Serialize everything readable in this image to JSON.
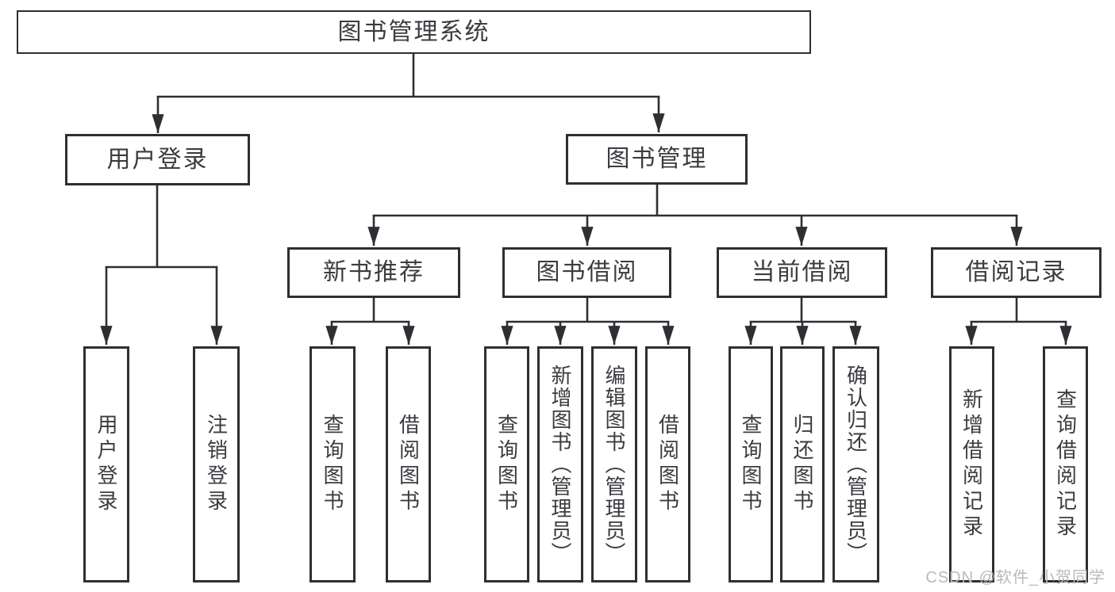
{
  "diagram": {
    "root": {
      "label": "图书管理系统"
    },
    "branches": [
      {
        "label": "用户登录",
        "children": [
          {
            "label": "用户登录"
          },
          {
            "label": "注销登录"
          }
        ]
      },
      {
        "label": "图书管理",
        "children": [
          {
            "label": "新书推荐",
            "children": [
              {
                "label": "查询图书"
              },
              {
                "label": "借阅图书"
              }
            ]
          },
          {
            "label": "图书借阅",
            "children": [
              {
                "label": "查询图书"
              },
              {
                "label": "新增图书（管理员）"
              },
              {
                "label": "编辑图书（管理员）"
              },
              {
                "label": "借阅图书"
              }
            ]
          },
          {
            "label": "当前借阅",
            "children": [
              {
                "label": "查询图书"
              },
              {
                "label": "归还图书"
              },
              {
                "label": "确认归还（管理员）"
              }
            ]
          },
          {
            "label": "借阅记录",
            "children": [
              {
                "label": "新增借阅记录"
              },
              {
                "label": "查询借阅记录"
              }
            ]
          }
        ]
      }
    ]
  },
  "watermark": {
    "text": "CSDN @软件_小贺同学"
  },
  "colors": {
    "line": "#2e2f32",
    "text": "#3a3c40",
    "watermark": "#b8babd",
    "background": "#ffffff"
  }
}
